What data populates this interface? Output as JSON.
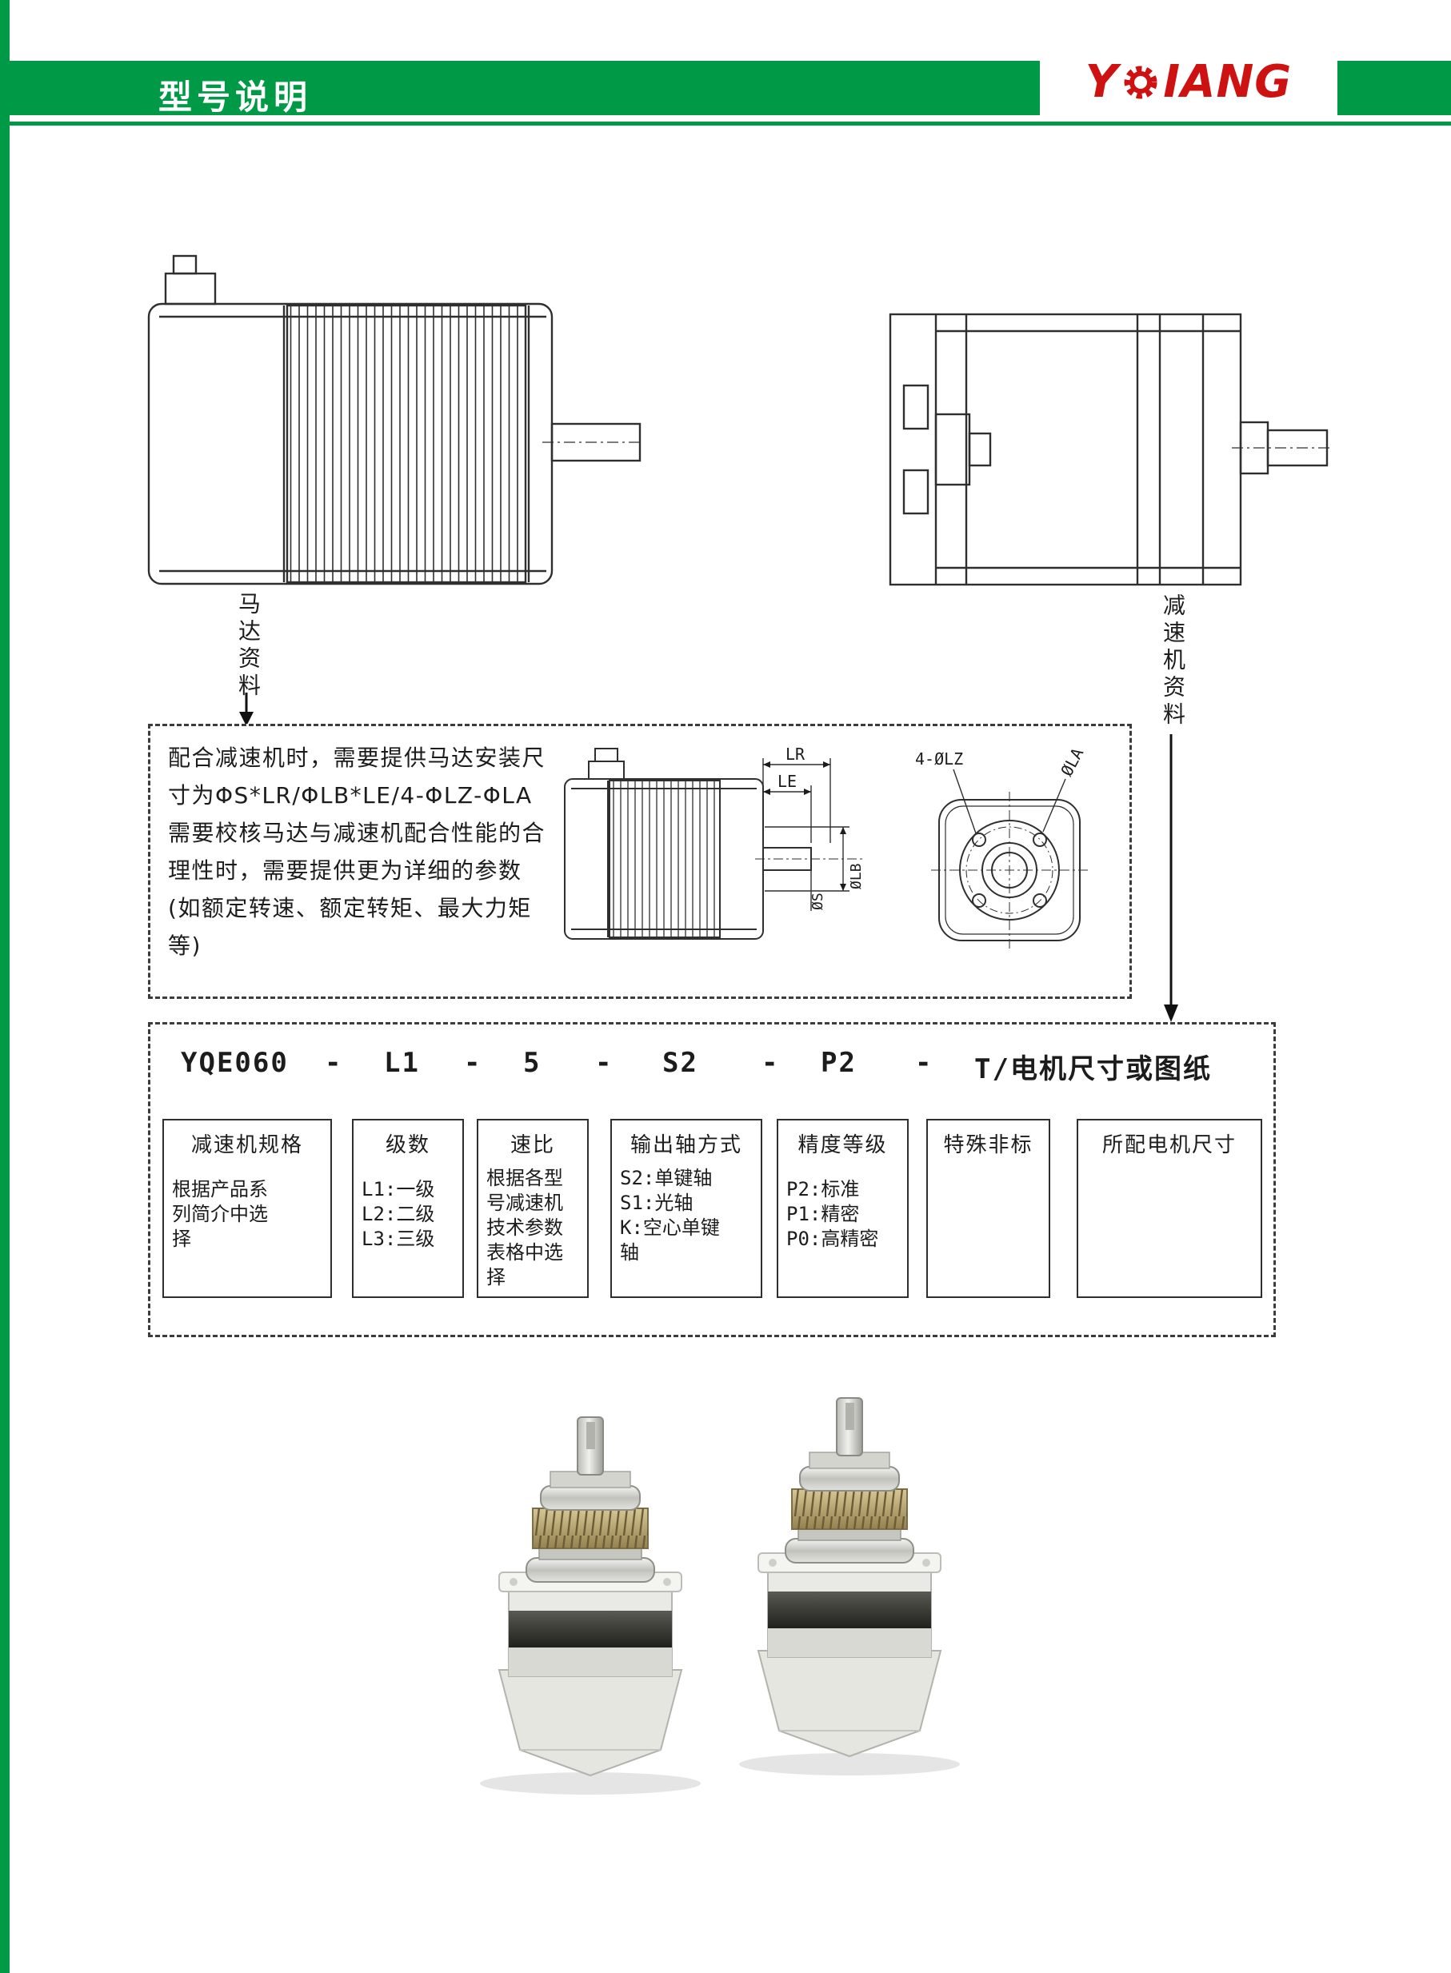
{
  "header": {
    "title": "型号说明",
    "brand": "YQIANG",
    "brand_prefix": "Y",
    "brand_suffix": "IANG"
  },
  "flow_labels": {
    "motor": "马达资料",
    "reducer": "减速机资料"
  },
  "info_box": {
    "lines": [
      "配合减速机时，需要提供马达安装尺",
      "寸为ΦS*LR/ΦLB*LE/4-ΦLZ-ΦLA",
      "需要校核马达与减速机配合性能的合",
      "理性时，需要提供更为详细的参数",
      "(如额定转速、额定转矩、最大力矩",
      "等)"
    ],
    "dims": {
      "lr": "LR",
      "le": "LE",
      "os": "ØS",
      "olb": "ØLB",
      "olz": "4-ØLZ",
      "ola": "ØLA"
    }
  },
  "model_box": {
    "dash": "-",
    "code_parts": [
      "YQE060",
      "L1",
      "5",
      "S2",
      "P2",
      "T/电机尺寸或图纸"
    ],
    "columns": [
      {
        "title": "减速机规格",
        "lines": [
          "根据产品系",
          "列简介中选",
          "择"
        ]
      },
      {
        "title": "级数",
        "lines": [
          "L1:一级",
          "L2:二级",
          "L3:三级"
        ]
      },
      {
        "title": "速比",
        "lines": [
          "根据各型",
          "号减速机",
          "技术参数",
          "表格中选",
          "择"
        ]
      },
      {
        "title": "输出轴方式",
        "lines": [
          "S2:单键轴",
          "S1:光轴",
          "K:空心单键",
          "轴"
        ]
      },
      {
        "title": "精度等级",
        "lines": [
          "P2:标准",
          "P1:精密",
          "P0:高精密"
        ]
      },
      {
        "title": "特殊非标",
        "lines": []
      },
      {
        "title": "所配电机尺寸",
        "lines": []
      }
    ]
  }
}
